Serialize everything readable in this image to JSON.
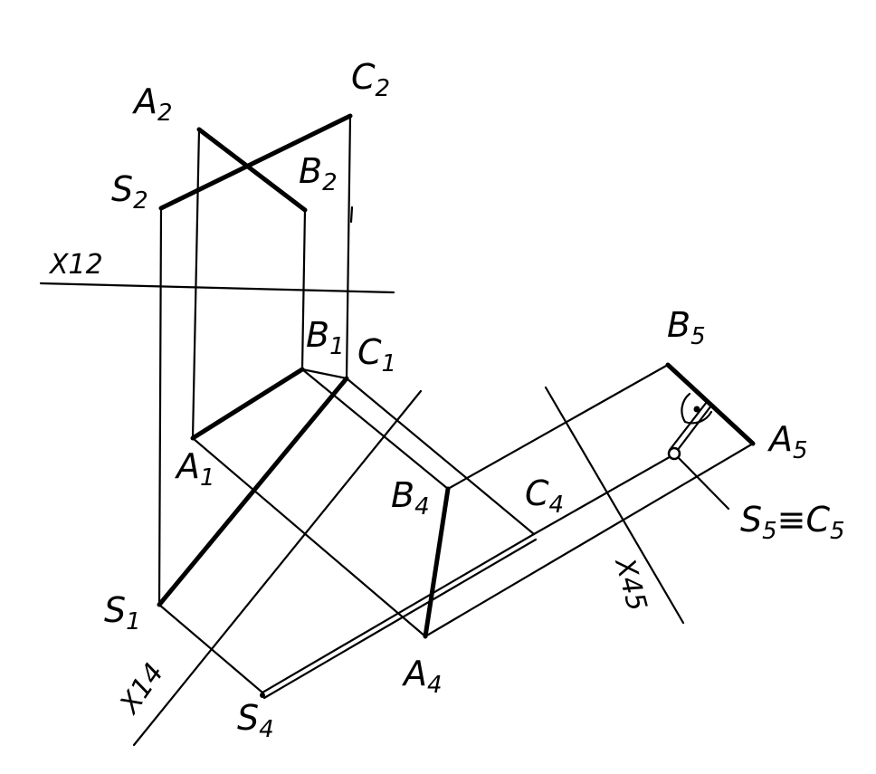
{
  "labels": {
    "A2": {
      "letter": "A",
      "index": "2"
    },
    "C2": {
      "letter": "C",
      "index": "2"
    },
    "S2": {
      "letter": "S",
      "index": "2"
    },
    "B2": {
      "letter": "B",
      "index": "2"
    },
    "B1": {
      "letter": "B",
      "index": "1"
    },
    "C1": {
      "letter": "C",
      "index": "1"
    },
    "A1": {
      "letter": "A",
      "index": "1"
    },
    "S1": {
      "letter": "S",
      "index": "1"
    },
    "B4": {
      "letter": "B",
      "index": "4"
    },
    "C4": {
      "letter": "C",
      "index": "4"
    },
    "A4": {
      "letter": "A",
      "index": "4"
    },
    "S4": {
      "letter": "S",
      "index": "4"
    },
    "B5": {
      "letter": "B",
      "index": "5"
    },
    "A5": {
      "letter": "A",
      "index": "5"
    },
    "S5C5": {
      "text": "S",
      "index1": "5",
      "equiv": "≡C",
      "index2": "5"
    }
  },
  "axes": {
    "x12": "X12",
    "x14": "X14",
    "x45": "X45"
  }
}
